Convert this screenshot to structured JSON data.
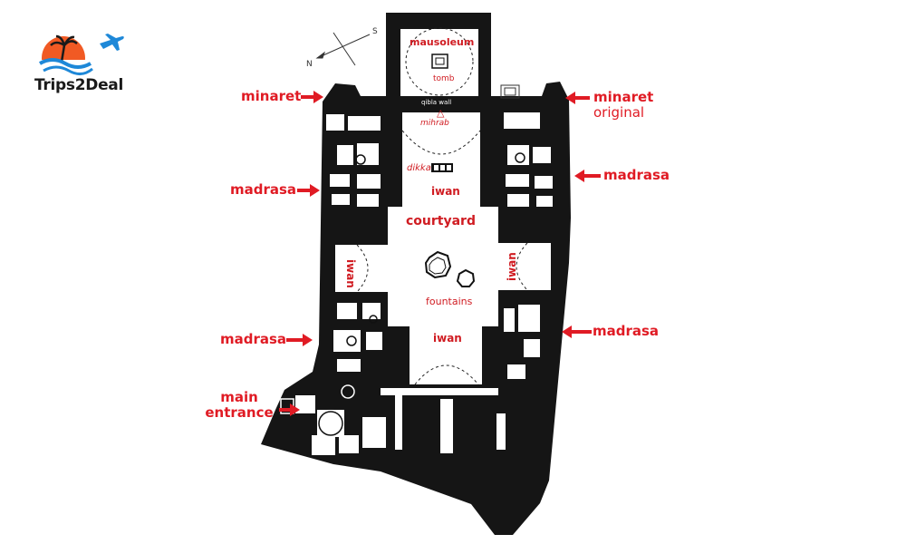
{
  "brand": {
    "name": "Trips2Deal",
    "accent": "#e01b24",
    "sun_color": "#f15a24",
    "wave_color": "#1e88d8"
  },
  "compass": {
    "north": "N",
    "south": "S"
  },
  "callouts": {
    "minaret_left": "minaret",
    "minaret_right": "minaret",
    "minaret_right_sub": "original",
    "madrasa_upper_left": "madrasa",
    "madrasa_upper_right": "madrasa",
    "madrasa_lower_left": "madrasa",
    "madrasa_lower_right": "madrasa",
    "main_entrance_line1": "main",
    "main_entrance_line2": "entrance"
  },
  "plan_labels": {
    "mausoleum": "mausoleum",
    "tomb": "tomb",
    "qibla_wall": "qibla wall",
    "mihrab": "mihrab",
    "dikka": "dikka",
    "iwan_north": "iwan",
    "courtyard": "courtyard",
    "iwan_west": "iwan",
    "iwan_east": "iwan",
    "fountains": "fountains",
    "iwan_south": "iwan"
  }
}
